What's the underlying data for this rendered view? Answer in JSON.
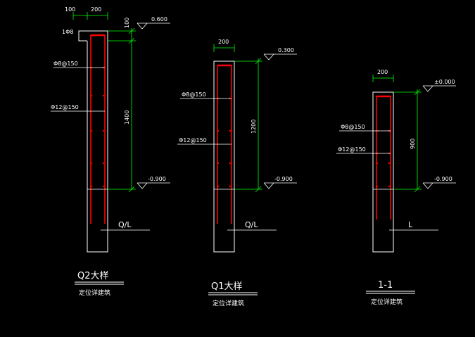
{
  "colors": {
    "background": "#000000",
    "outline": "#ffffff",
    "dimension": "#00ff00",
    "rebar": "#ff0000"
  },
  "details": [
    {
      "id": "q2",
      "title": "Q2大样",
      "subtitle": "定位详建筑",
      "axis_label": "Q/L",
      "dim_top_left": "100",
      "dim_top_width": "200",
      "dim_cap": "100",
      "dim_height": "1400",
      "elev_top": "0.600",
      "elev_bottom": "-0.900",
      "rebar_horizontal": "Φ8@150",
      "rebar_vertical": "Φ12@150",
      "cap_label": "1Φ8"
    },
    {
      "id": "q1",
      "title": "Q1大样",
      "subtitle": "定位详建筑",
      "axis_label": "Q/L",
      "dim_top_width": "200",
      "dim_height": "1200",
      "elev_top": "0.300",
      "elev_bottom": "-0.900",
      "rebar_horizontal": "Φ8@150",
      "rebar_vertical": "Φ12@150"
    },
    {
      "id": "s11",
      "title": "1-1",
      "subtitle": "定位详建筑",
      "axis_label": "L",
      "dim_top_width": "200",
      "dim_height": "900",
      "elev_top": "±0.000",
      "elev_bottom": "-0.900",
      "rebar_horizontal": "Φ8@150",
      "rebar_vertical": "Φ12@150"
    }
  ]
}
